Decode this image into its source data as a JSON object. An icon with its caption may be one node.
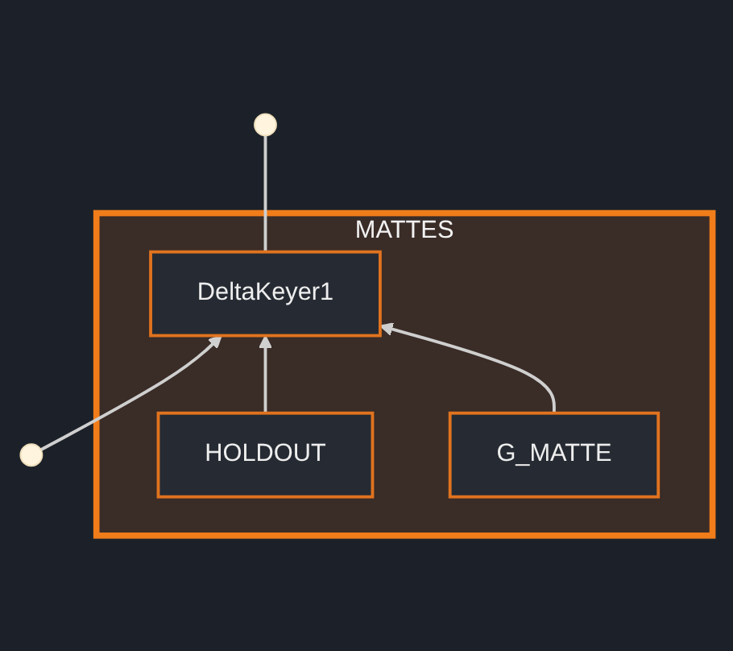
{
  "diagram": {
    "nodes": [
      {
        "text": [
          "MATTES"
        ]
      },
      {
        "text": [
          "DeltaKeyer1"
        ],
        "in": 0
      },
      {
        "text": [
          "HOLDOUT"
        ],
        "in": 0
      },
      {
        "text": [
          "G_MATTE"
        ],
        "in": 0
      }
    ],
    "edges": [
      {
        "from": null,
        "to": 1,
        "arrow": "to"
      },
      {
        "from": 1,
        "to": null,
        "arrow": "none"
      },
      {
        "from": 2,
        "to": 1,
        "arrow": "to"
      },
      {
        "from": 3,
        "to": 1,
        "arrow": "to"
      }
    ]
  }
}
